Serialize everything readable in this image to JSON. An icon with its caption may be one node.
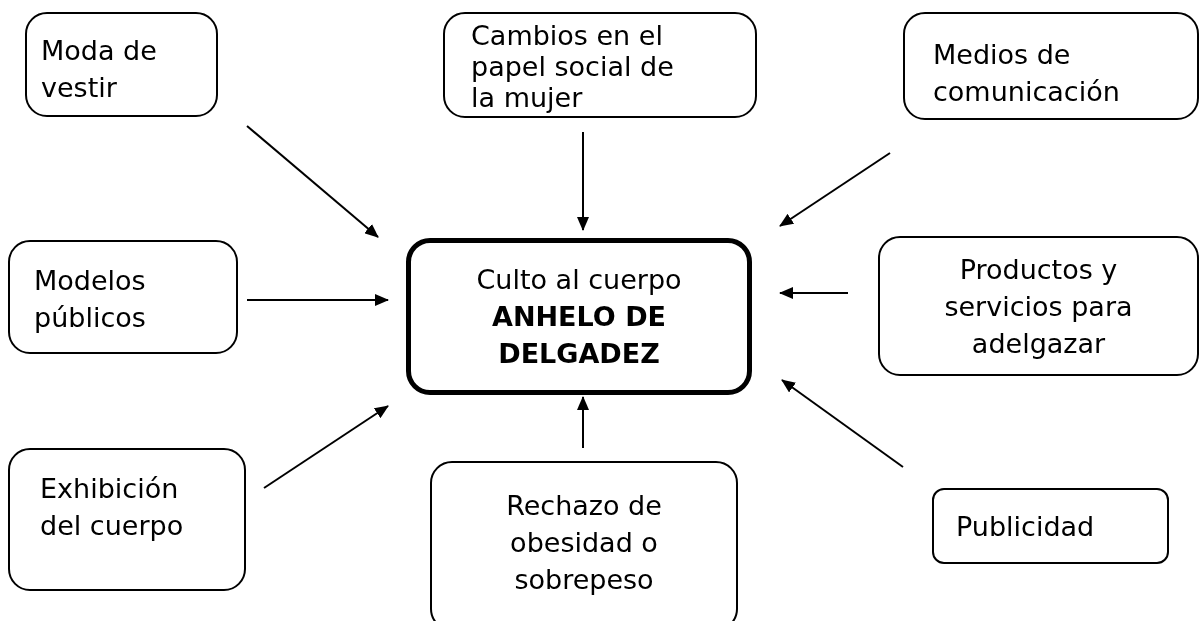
{
  "diagram": {
    "nodes": [
      {
        "text": [
          "Moda de vestir"
        ]
      },
      {
        "text": [
          "Cambios en el papel social de la mujer"
        ]
      },
      {
        "text": [
          "Medios de comunicación"
        ]
      },
      {
        "text": [
          "Modelos públicos"
        ]
      },
      {
        "text": [
          "Culto al cuerpo",
          "**ANHELO DE DELGADEZ**"
        ]
      },
      {
        "text": [
          "Productos y servicios para adelgazar"
        ]
      },
      {
        "text": [
          "Exhibición del cuerpo"
        ]
      },
      {
        "text": [
          "Rechazo de obesidad o sobrepeso"
        ]
      },
      {
        "text": [
          "Publicidad"
        ]
      }
    ],
    "edges": [
      {
        "from": 0,
        "to": 4,
        "arrow": "to"
      },
      {
        "from": 1,
        "to": 4,
        "arrow": "to"
      },
      {
        "from": 2,
        "to": 4,
        "arrow": "to"
      },
      {
        "from": 3,
        "to": 4,
        "arrow": "to"
      },
      {
        "from": 5,
        "to": 4,
        "arrow": "to"
      },
      {
        "from": 6,
        "to": 4,
        "arrow": "to"
      },
      {
        "from": 7,
        "to": 4,
        "arrow": "to"
      },
      {
        "from": 8,
        "to": 4,
        "arrow": "to"
      }
    ]
  }
}
